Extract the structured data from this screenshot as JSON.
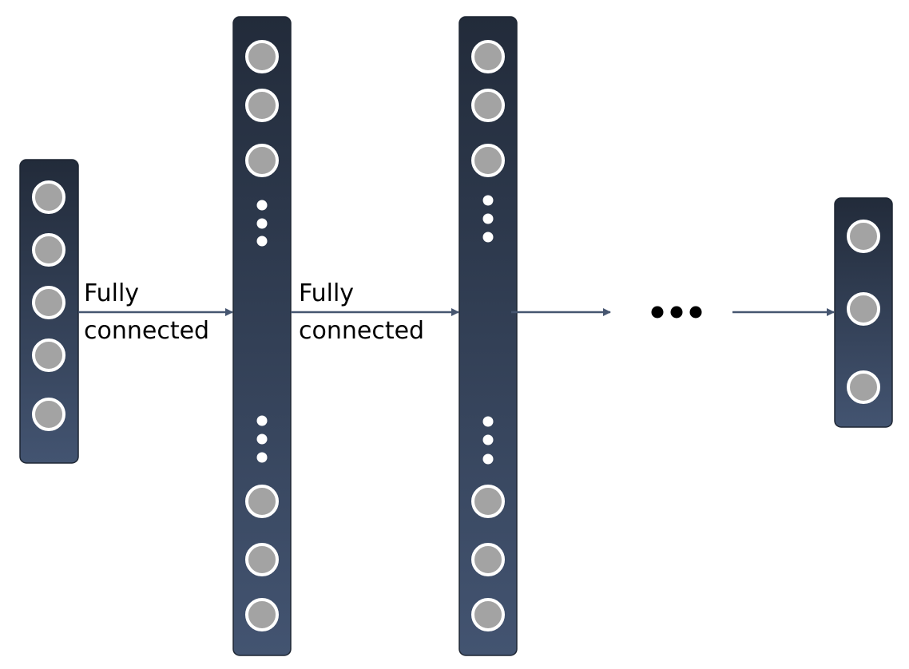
{
  "colors": {
    "layer_top": "#222b3a",
    "layer_bottom": "#435471",
    "layer_border": "#1e2633",
    "neuron_fill": "#a3a3a3",
    "neuron_ring": "#ffffff",
    "arrow": "#465670",
    "ellipsis_dots": "#000000"
  },
  "connections": [
    {
      "label_line1": "Fully",
      "label_line2": "connected"
    },
    {
      "label_line1": "Fully",
      "label_line2": "connected"
    }
  ],
  "layers": [
    {
      "role": "input",
      "visible_neurons": 5,
      "has_vertical_ellipsis": false
    },
    {
      "role": "hidden",
      "visible_neurons": 6,
      "has_vertical_ellipsis": true
    },
    {
      "role": "hidden",
      "visible_neurons": 6,
      "has_vertical_ellipsis": true
    },
    {
      "role": "output",
      "visible_neurons": 3,
      "has_vertical_ellipsis": false
    }
  ],
  "icons": {
    "horizontal_ellipsis": "three-dots-horizontal",
    "vertical_ellipsis": "three-dots-vertical"
  }
}
